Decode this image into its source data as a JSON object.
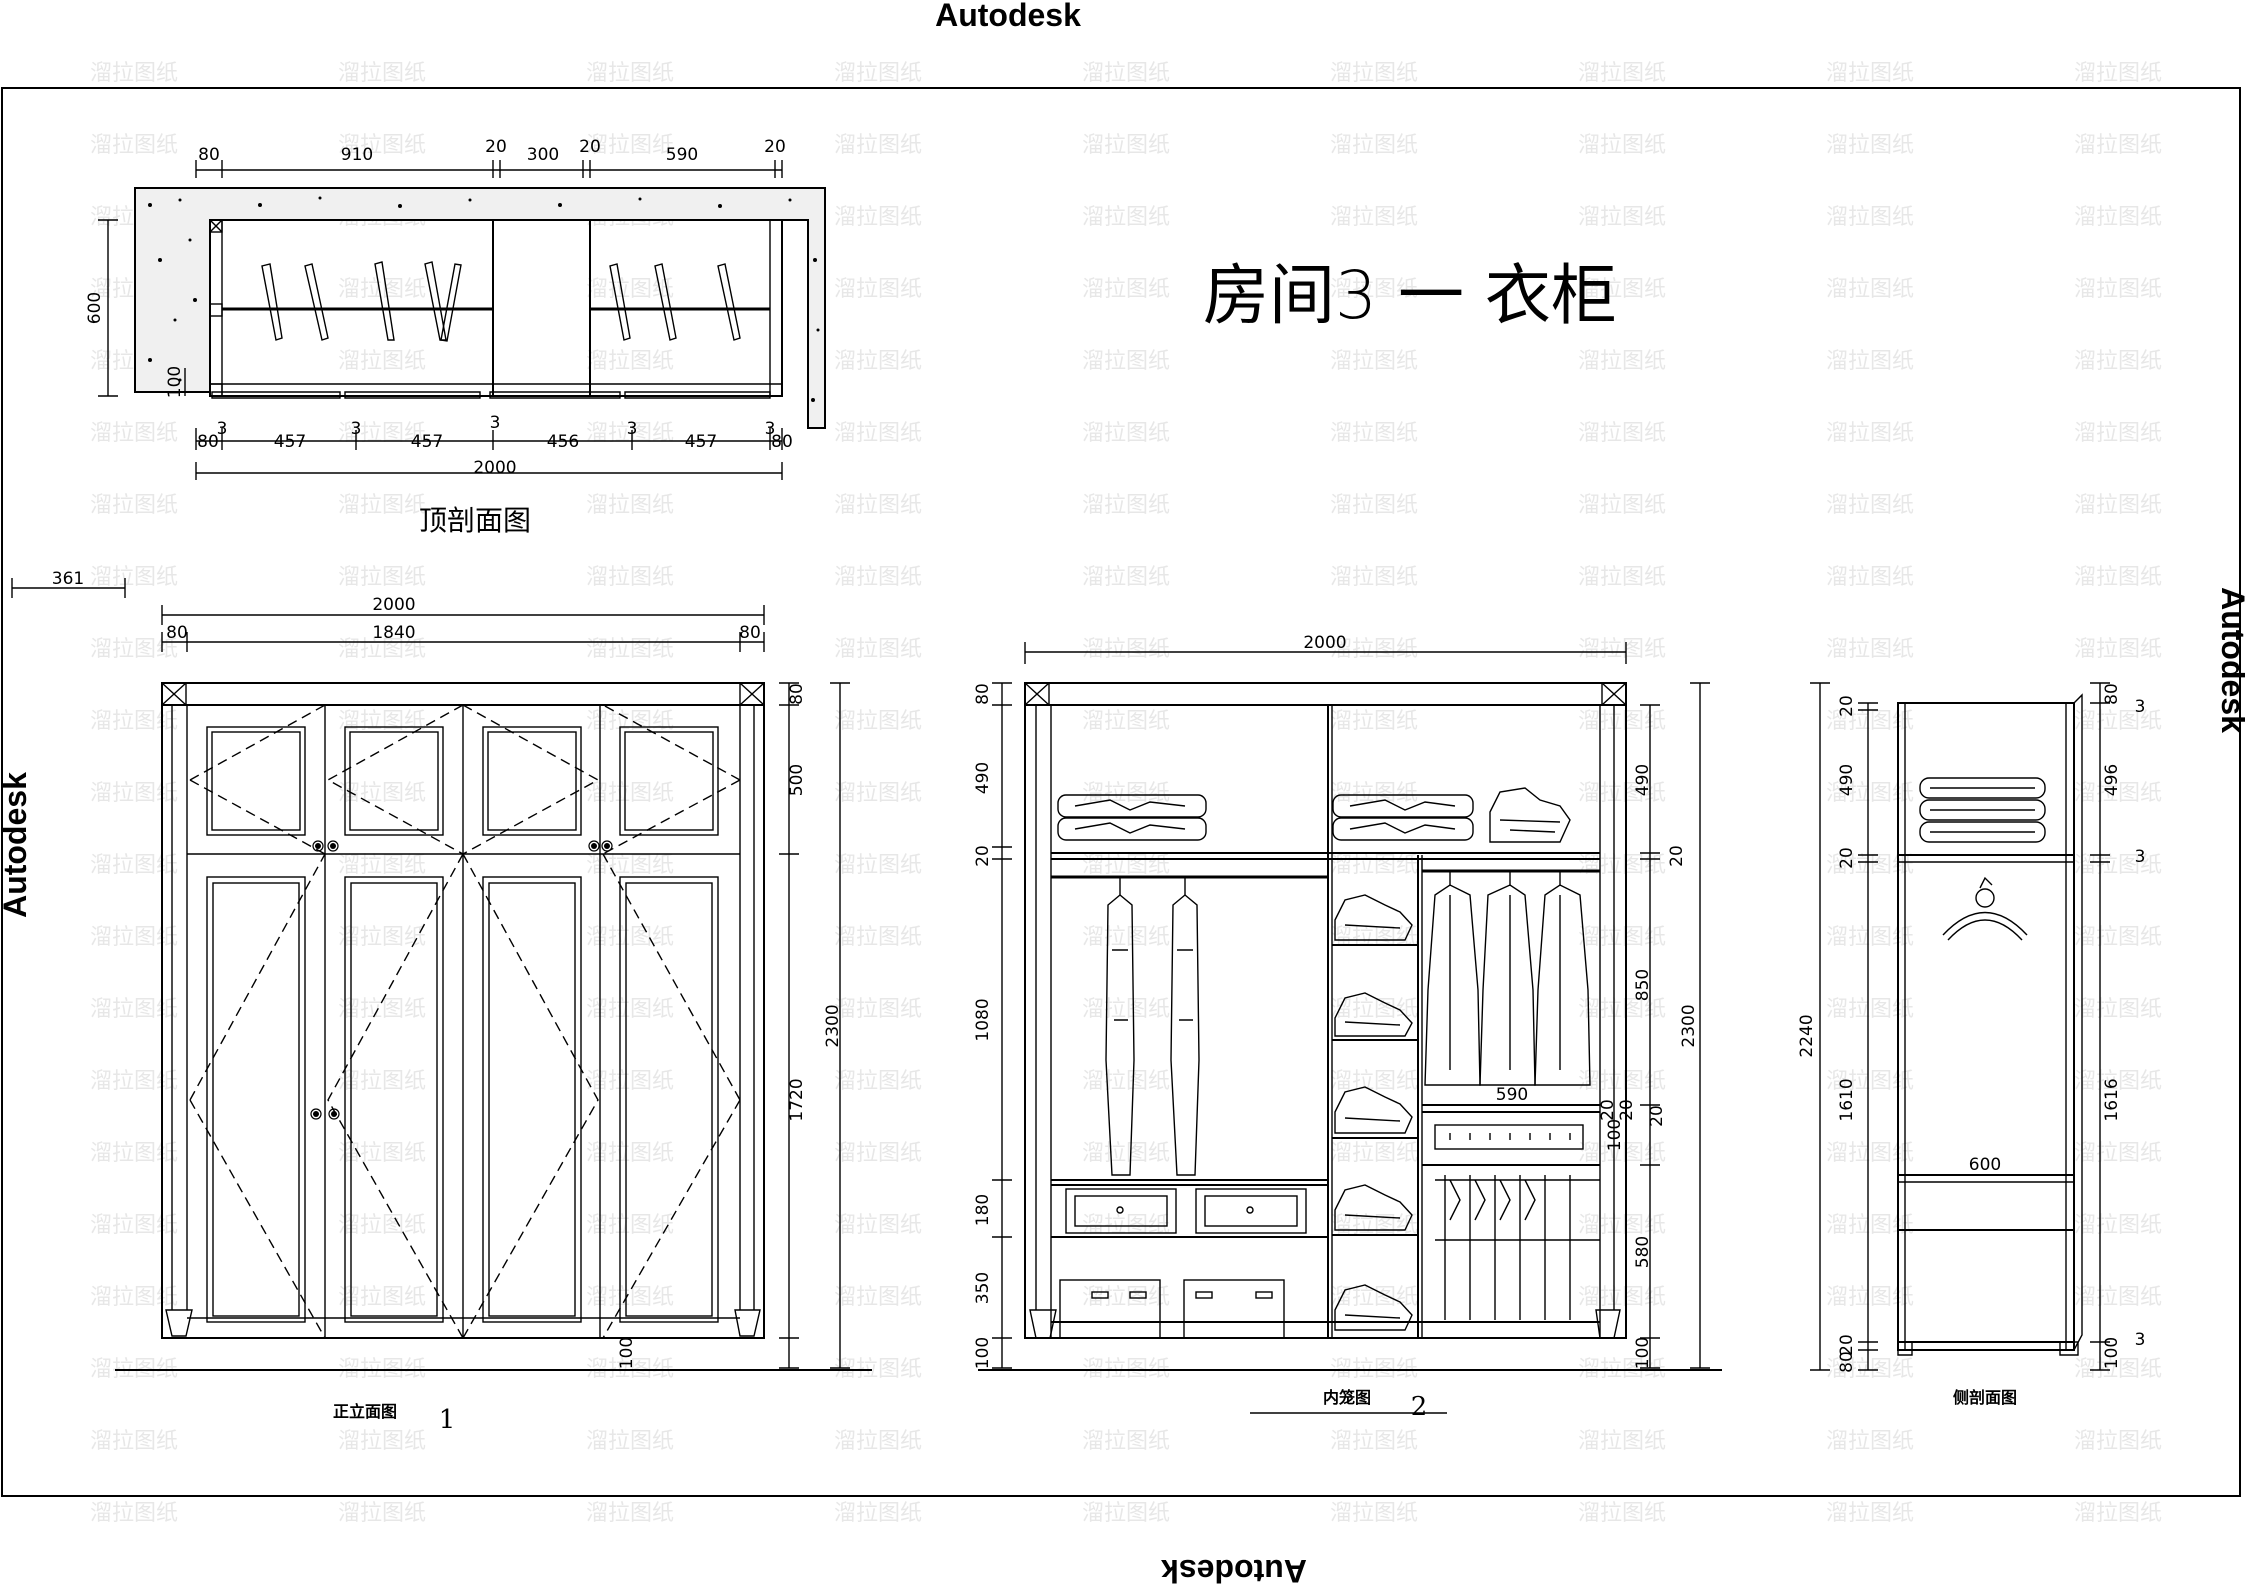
{
  "brand_label": "Autodesk",
  "title": "房间3 一 衣柜",
  "watermark": "溜拉图纸",
  "top_section": {
    "caption": "顶剖面图",
    "top_dims": [
      "80",
      "910",
      "20",
      "300",
      "20",
      "590",
      "20"
    ],
    "bottom_dims": [
      "80",
      "457",
      "457",
      "456",
      "457",
      "80"
    ],
    "gap_dims": [
      "3",
      "3",
      "3",
      "3",
      "3"
    ],
    "total": "2000",
    "depth": "600",
    "small": "100"
  },
  "scale_note": "361",
  "front_elevation": {
    "caption": "正立面图",
    "number": "1",
    "width_total": "2000",
    "width_inner": "1840",
    "side": "80",
    "h_top": "80",
    "h_upper": "500",
    "h_lower": "1720",
    "h_total": "2300",
    "h_base": "100"
  },
  "interior_elevation": {
    "caption": "内笼图",
    "number": "2",
    "width_total": "2000",
    "left_dims": [
      "80",
      "490",
      "20",
      "1080",
      "180",
      "350",
      "100"
    ],
    "right_dims": [
      "490",
      "20",
      "850",
      "20",
      "580",
      "100"
    ],
    "extra_dims": [
      "20",
      "20",
      "100"
    ],
    "rod_width": "590",
    "h_total": "2300"
  },
  "side_section": {
    "caption": "侧剖面图",
    "left_dims": [
      "20",
      "490",
      "20",
      "1610",
      "20",
      "80"
    ],
    "total": "2240",
    "right_dims": [
      "80",
      "3",
      "496",
      "3",
      "1616",
      "100",
      "3"
    ],
    "depth": "600"
  }
}
